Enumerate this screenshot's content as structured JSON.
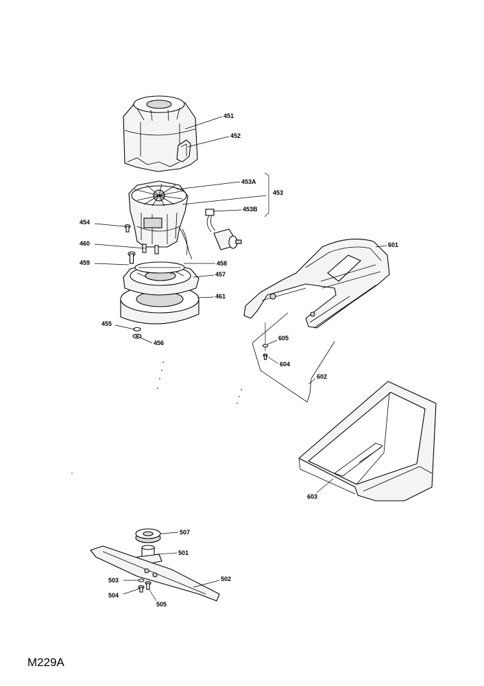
{
  "diagram": {
    "drawing_code": "M229A",
    "labels": {
      "p451": "451",
      "p452": "452",
      "p453A": "453A",
      "p453": "453",
      "p453B": "453B",
      "p454": "454",
      "p460": "460",
      "p459": "459",
      "p458": "458",
      "p457": "457",
      "p461": "461",
      "p455": "455",
      "p456": "456",
      "p601": "601",
      "p605": "605",
      "p604": "604",
      "p602": "602",
      "p603": "603",
      "p507": "507",
      "p501": "501",
      "p502": "502",
      "p503": "503",
      "p504": "504",
      "p505": "505"
    }
  }
}
